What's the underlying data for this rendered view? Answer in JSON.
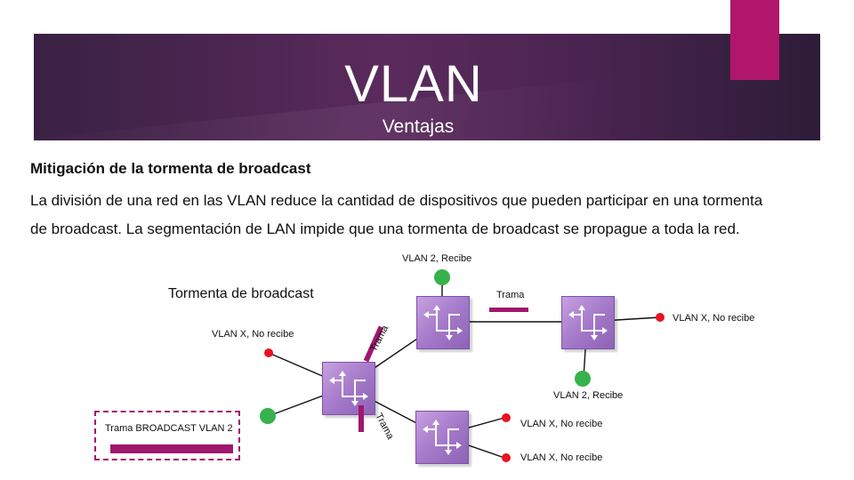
{
  "header": {
    "title": "VLAN",
    "subtitle": "Ventajas"
  },
  "content": {
    "heading": "Mitigación de la tormenta de broadcast",
    "body_lines": [
      "La división de una red en las VLAN reduce la cantidad de dispositivos que pueden participar en una tormenta",
      "de broadcast. La segmentación de LAN impide que una tormenta de broadcast se propague a toda la red."
    ]
  },
  "diagram": {
    "storm_label": "Tormenta de broadcast",
    "trama_label": "Trama",
    "rotated_trama_1": "Trama",
    "rotated_trama_2": "Trama",
    "broadcast_frame_label": "Trama BROADCAST VLAN 2",
    "labels": {
      "top_vlan2": "VLAN 2, Recibe",
      "right_vlanx": "VLAN X, No recibe",
      "left_vlanx": "VLAN X, No recibe",
      "middle_vlan2": "VLAN 2, Recibe",
      "bottom_vlanx_1": "VLAN X, No recibe",
      "bottom_vlanx_2": "VLAN X, No recibe"
    },
    "colors": {
      "host_vlan2": "#37b24d",
      "host_vlanx": "#e8131f",
      "frame": "#a0186e",
      "switch": "#a277c8"
    }
  }
}
